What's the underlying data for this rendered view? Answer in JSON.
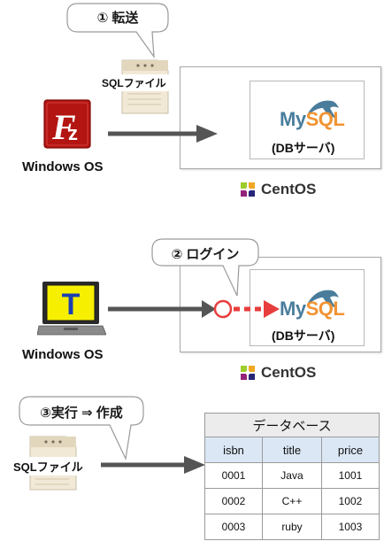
{
  "panel1": {
    "callout": "① 転送",
    "sql_file_label": "SQLファイル",
    "client_label": "Windows OS",
    "db_logo_my": "My",
    "db_logo_sql": "SQL",
    "db_server_label": "(DBサーバ)",
    "os_logo": "CentOS"
  },
  "panel2": {
    "callout": "② ログイン",
    "client_label": "Windows OS",
    "terminal_glyph": "T",
    "db_logo_my": "My",
    "db_logo_sql": "SQL",
    "db_server_label": "(DBサーバ)",
    "os_logo": "CentOS"
  },
  "panel3": {
    "callout": "③実行 ⇒ 作成",
    "sql_file_label": "SQLファイル",
    "table": {
      "caption": "データベース",
      "headers": [
        "isbn",
        "title",
        "price"
      ],
      "rows": [
        [
          "0001",
          "Java",
          "1001"
        ],
        [
          "0002",
          "C++",
          "1002"
        ],
        [
          "0003",
          "ruby",
          "1003"
        ]
      ]
    }
  },
  "colors": {
    "arrow": "#555555",
    "login_arrow": "#e83d3d",
    "filezilla_red": "#b31512",
    "mysql_blue": "#4a7d9c",
    "mysql_orange": "#f19332",
    "table_header": "#dbe7f5"
  },
  "icons": [
    "filezilla-icon",
    "laptop-terminal-icon",
    "document-icon",
    "mysql-dolphin-icon",
    "centos-icon"
  ]
}
